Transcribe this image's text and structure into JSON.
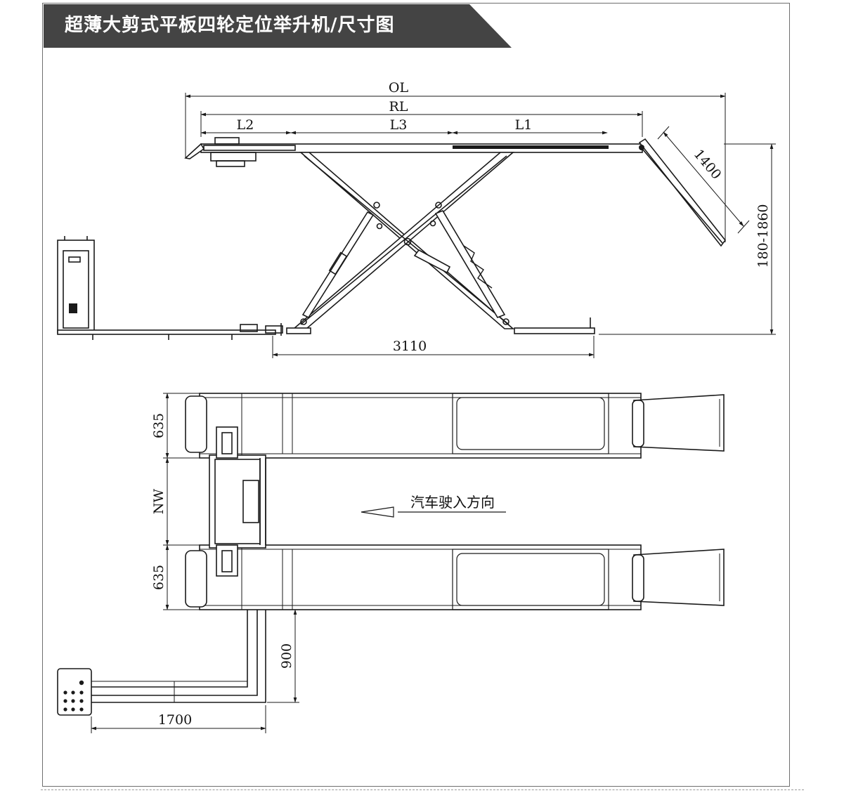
{
  "title": "超薄大剪式平板四轮定位举升机/尺寸图",
  "colors": {
    "banner": "#444444",
    "line": "#1a1a1a",
    "frame": "#6e6e6e"
  },
  "side_view": {
    "dim_ol": "OL",
    "dim_rl": "RL",
    "dim_l2": "L2",
    "dim_l3": "L3",
    "dim_l1": "L1",
    "dim_ramp": "1400",
    "dim_height": "180-1860",
    "dim_base": "3110"
  },
  "top_view": {
    "dim_width_top": "635",
    "dim_nw": "NW",
    "dim_width_bottom": "635",
    "dim_pipe_drop": "900",
    "dim_pipe_run": "1700",
    "direction_label": "汽车驶入方向"
  }
}
